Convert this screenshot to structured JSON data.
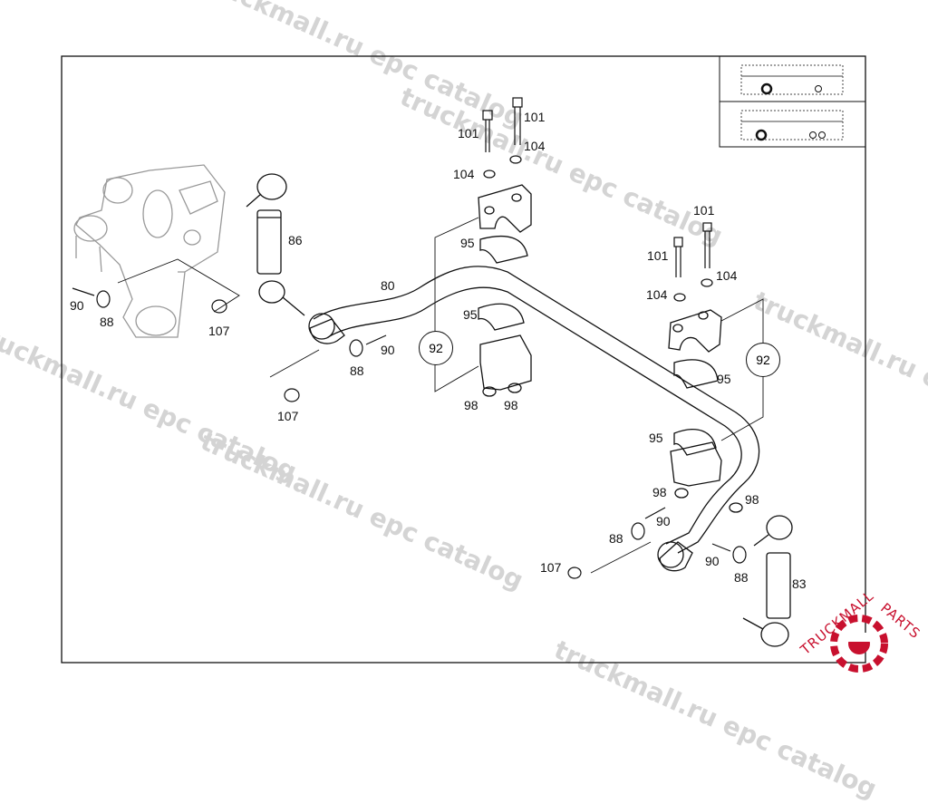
{
  "watermark_text": "truckmall.ru epc catalog",
  "brand": {
    "left": "TRUCKMALL",
    "right": "PARTS"
  },
  "labels": {
    "l80": "80",
    "l86": "86",
    "l83": "83",
    "l90a": "90",
    "l90b": "90",
    "l90c": "90",
    "l90d": "90",
    "l88a": "88",
    "l88b": "88",
    "l88c": "88",
    "l88d": "88",
    "l107a": "107",
    "l107b": "107",
    "l107c": "107",
    "l101a": "101",
    "l101b": "101",
    "l101c": "101",
    "l101d": "101",
    "l104a": "104",
    "l104b": "104",
    "l104c": "104",
    "l104d": "104",
    "l95a": "95",
    "l95b": "95",
    "l95c": "95",
    "l95d": "95",
    "l98a": "98",
    "l98b": "98",
    "l98c": "98",
    "l98d": "98",
    "l92a": "92",
    "l92b": "92"
  },
  "colors": {
    "line": "#111111",
    "watermark": "#d4d4d4",
    "brand": "#c8102e"
  }
}
